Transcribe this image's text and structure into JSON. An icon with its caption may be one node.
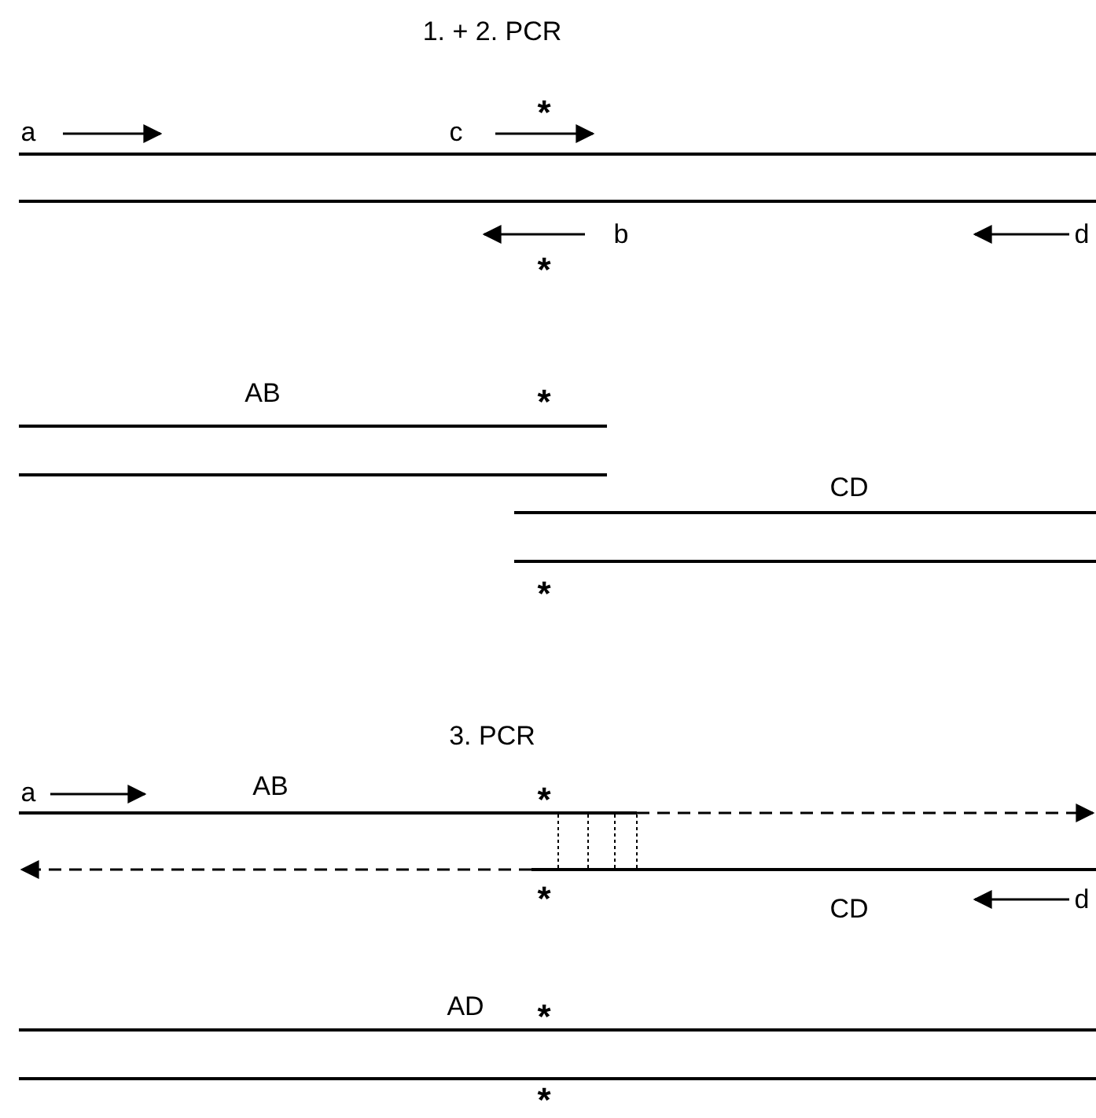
{
  "diagram": {
    "labels": [
      "1. + 2. PCR",
      "*",
      "a",
      "c",
      "b",
      "d",
      "*",
      "AB",
      "*",
      "CD",
      "*",
      "3. PCR",
      "a",
      "AB",
      "*",
      "*",
      "CD",
      "d",
      "AD",
      "*",
      "*"
    ]
  }
}
